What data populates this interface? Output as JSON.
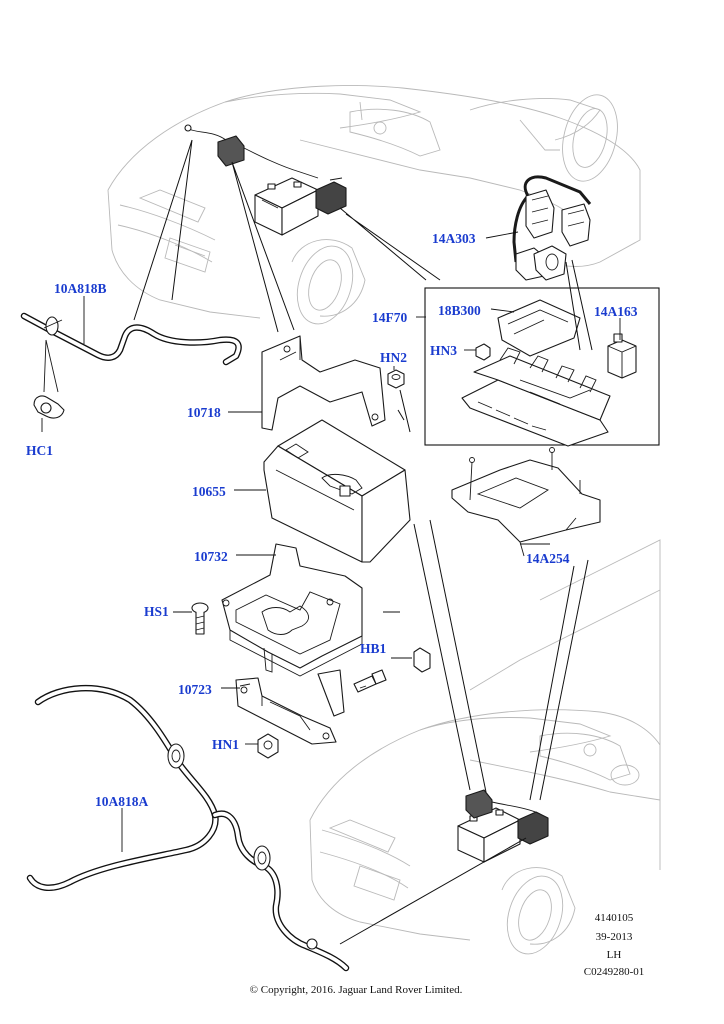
{
  "labels": {
    "p10A818B": "10A818B",
    "hc1": "HC1",
    "p10718": "10718",
    "p10655": "10655",
    "p10732": "10732",
    "hs1": "HS1",
    "p10723": "10723",
    "hn1": "HN1",
    "p10A818A": "10A818A",
    "hn2": "HN2",
    "hb1": "HB1",
    "p14A303": "14A303",
    "p14F70": "14F70",
    "p18B300": "18B300",
    "hn3": "HN3",
    "p14A163": "14A163",
    "p14A254": "14A254"
  },
  "meta": {
    "ref1": "4140105",
    "ref2": "39-2013",
    "side": "LH",
    "code": "C0249280-01"
  },
  "copyright": "© Copyright, 2016. Jaguar Land Rover Limited.",
  "colors": {
    "label": "#1a3ccf",
    "line": "#1a1a1a",
    "ghost": "#b9b9b9"
  }
}
